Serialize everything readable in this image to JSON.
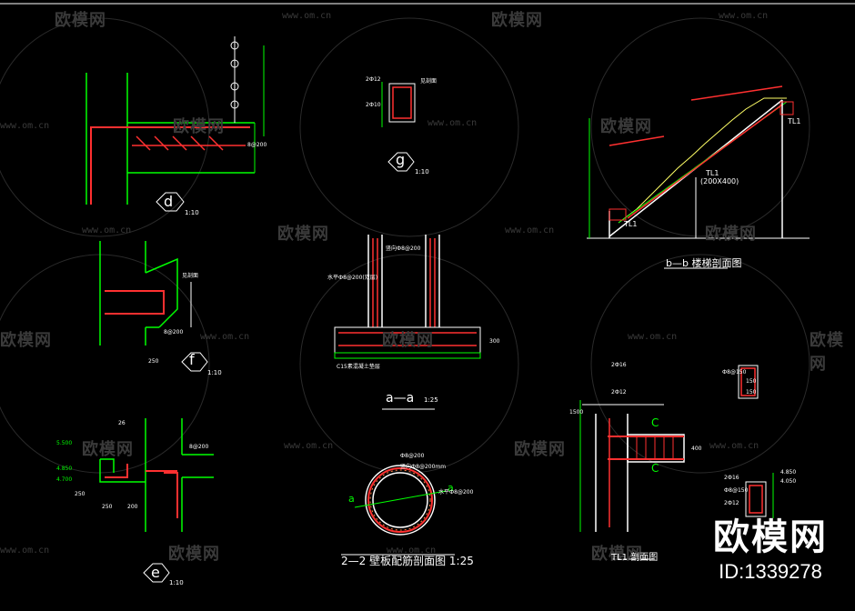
{
  "watermarks": {
    "brand": "欧模网",
    "url": "www.om.cn"
  },
  "logo": {
    "brand": "欧模网",
    "id": "ID:1339278"
  },
  "details": {
    "d": {
      "mark": "d",
      "scale": "1:10",
      "note": "8@200"
    },
    "g": {
      "mark": "g",
      "scale": "1:10",
      "bar_top": "2Ф12",
      "bar_bot": "2Ф10",
      "note": "见剖面"
    },
    "f": {
      "mark": "f",
      "scale": "1:10",
      "note": "见剖面",
      "bar": "8@200",
      "dim": "250"
    },
    "e": {
      "mark": "e",
      "scale": "1:10",
      "bar": "8@200",
      "elev1": "5.500",
      "elev2": "4.850",
      "elev3": "4.700",
      "dim1": "250",
      "dim2": "250",
      "dim3": "200",
      "dim4": "26"
    },
    "aa": {
      "title": "a—a",
      "scale": "1:25",
      "note1": "竖向Ф8@200",
      "note2": "水平Ф8@200(双层)",
      "note3": "C15素混凝土垫层",
      "dim": "300"
    },
    "section22": {
      "title": "2—2 壁板配筋剖面图 1:25",
      "label_left": "a",
      "label_right": "a",
      "note1": "Ф8@200",
      "note2": "竖向Ф8@200mm",
      "note3": "水平Ф8@200"
    },
    "bb": {
      "title": "b—b 楼梯剖面图",
      "beam_label": "TL1",
      "beam_size": "(200X400)",
      "tl1_top": "TL1",
      "tl1_bot": "TL1"
    },
    "tl1": {
      "title": "TL1 剖面图",
      "bar_top1": "2Ф16",
      "bar_top2": "2Ф12",
      "mark_c1": "C",
      "mark_c2": "C",
      "dim": "400",
      "note": "1500"
    },
    "small_box": {
      "line1": "Ф8@150",
      "line2": "150",
      "line3": "150"
    },
    "sect_c": {
      "bar_top": "2Ф16",
      "bar_bot": "2Ф12",
      "stirrup": "Ф8@150",
      "elev1": "4.850",
      "elev2": "4.050"
    }
  }
}
